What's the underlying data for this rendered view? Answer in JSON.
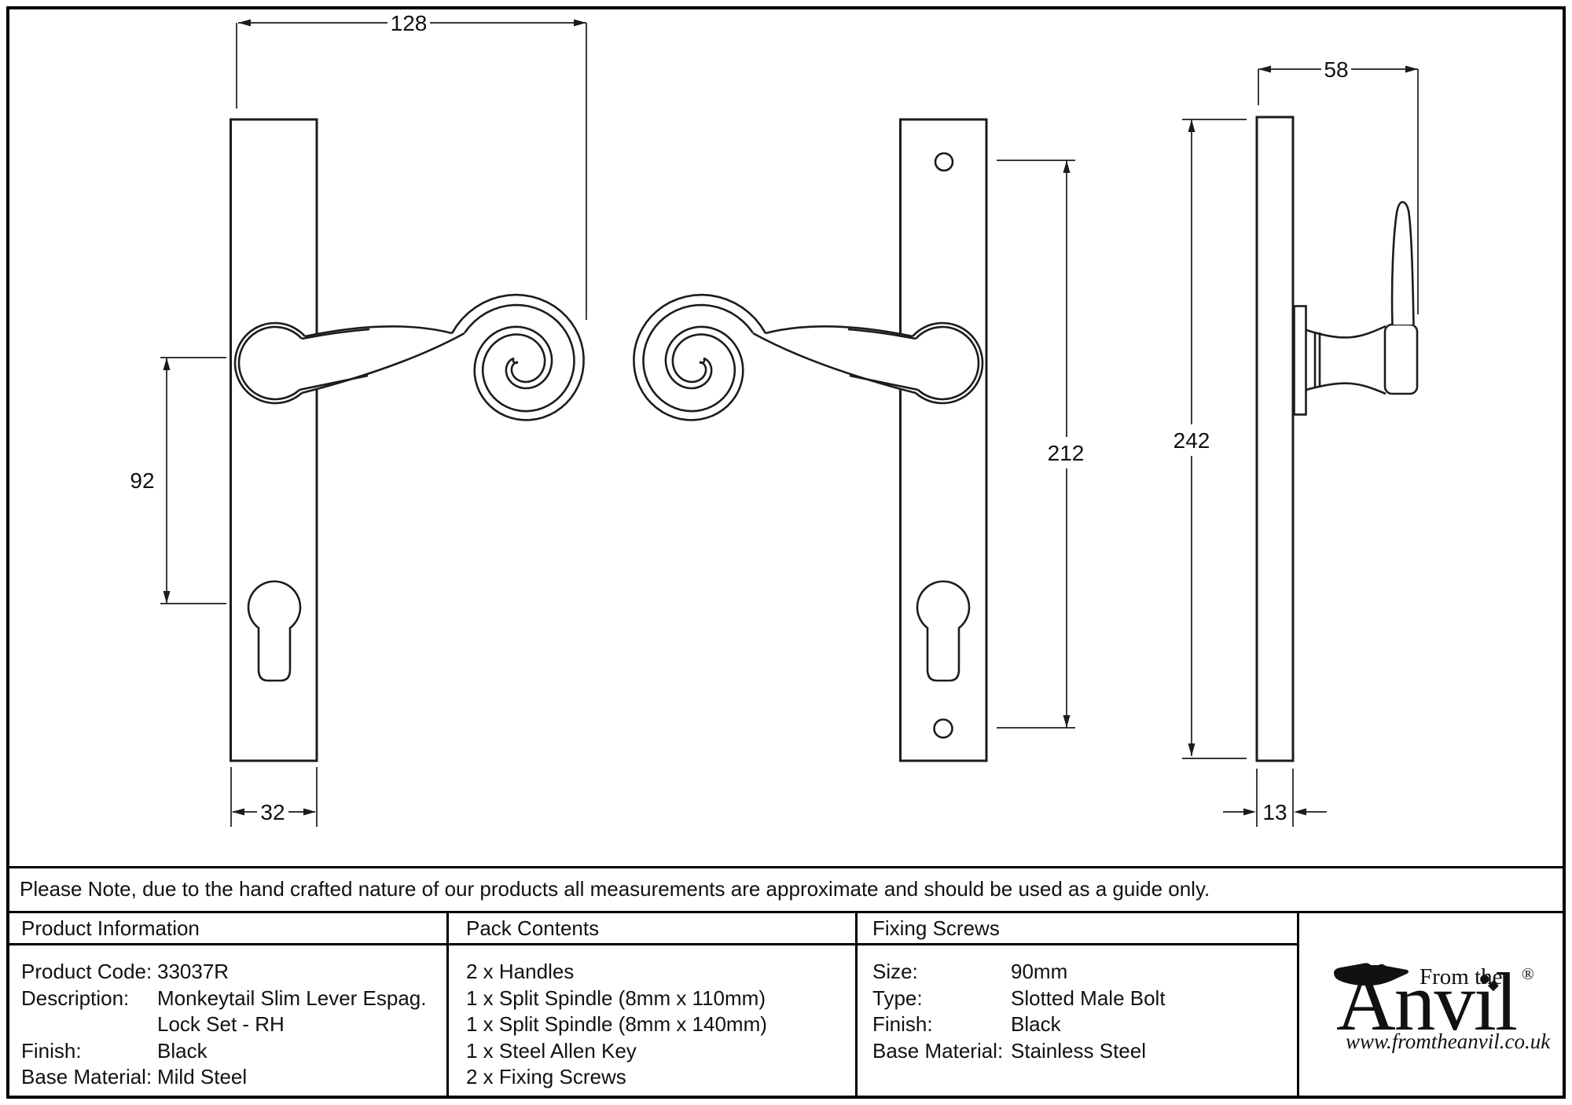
{
  "diagram": {
    "dim_labels": {
      "front_overall_width": "128",
      "handle_to_cylinder": "92",
      "plate_width": "32",
      "fixing_centres": "212",
      "side_projection": "58",
      "plate_height": "242",
      "plate_depth": "13"
    }
  },
  "note": {
    "text": "Please Note, due to the hand crafted nature of our products all measurements are approximate and should be used as a guide only."
  },
  "product_info": {
    "header": "Product Information",
    "rows": [
      {
        "label": "Product Code:",
        "value": "33037R"
      },
      {
        "label": "Description:",
        "value": "Monkeytail Slim Lever Espag."
      },
      {
        "label": "",
        "value": "Lock Set - RH"
      },
      {
        "label": "Finish:",
        "value": "Black"
      },
      {
        "label": "Base Material:",
        "value": "Mild Steel"
      }
    ]
  },
  "pack_contents": {
    "header": "Pack Contents",
    "items": [
      "2 x Handles",
      "1 x Split Spindle (8mm x 110mm)",
      "1 x Split Spindle (8mm x 140mm)",
      "1 x Steel Allen Key",
      "2 x Fixing Screws"
    ]
  },
  "fixing_screws": {
    "header": "Fixing Screws",
    "rows": [
      {
        "label": "Size:",
        "value": "90mm"
      },
      {
        "label": "Type:",
        "value": "Slotted Male Bolt"
      },
      {
        "label": "Finish:",
        "value": "Black"
      },
      {
        "label": "Base Material:",
        "value": "Stainless Steel"
      }
    ]
  },
  "logo": {
    "tagline": "From the",
    "name": "Anvil",
    "diamond": "◆",
    "registered": "®",
    "url": "www.fromtheanvil.co.uk"
  }
}
